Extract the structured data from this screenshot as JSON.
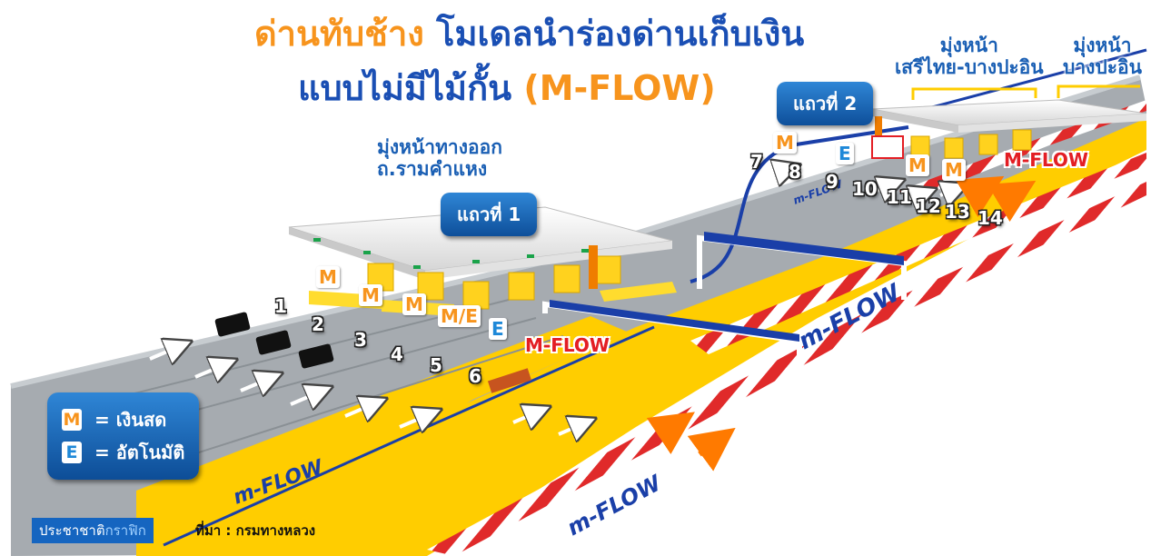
{
  "title": {
    "line1_orange": "ด่านทับช้าง",
    "line1_blue": "โมเดลนำร่องด่านเก็บเงิน",
    "line2_blue": "แบบไม่มีไม้กั้น",
    "line2_orange": "(M-FLOW)"
  },
  "destinations": {
    "row1_exit": [
      "มุ่งหน้าทางออก",
      "ถ.รามคำแหง"
    ],
    "row2_left": [
      "มุ่งหน้า",
      "เสรีไทย-บางปะอิน"
    ],
    "row2_right": [
      "มุ่งหน้า",
      "บางปะอิน"
    ]
  },
  "rows": {
    "row1_label": "แถวที่ 1",
    "row2_label": "แถวที่ 2"
  },
  "lane_chips": {
    "row1": [
      "M",
      "M",
      "M",
      "M/E",
      "E"
    ],
    "row2": [
      "M",
      "E",
      "M",
      "M"
    ]
  },
  "lane_numbers": {
    "row1": [
      "1",
      "2",
      "3",
      "4",
      "5",
      "6"
    ],
    "row2": [
      "7",
      "8",
      "9",
      "10",
      "11",
      "12",
      "13",
      "14"
    ]
  },
  "mflow_tags": [
    "M-FLOW",
    "M-FLOW"
  ],
  "road_marking_text": "m-FLOW",
  "legend": [
    {
      "key": "M",
      "label": "= เงินสด"
    },
    {
      "key": "E",
      "label": "= อัตโนมัติ"
    }
  ],
  "credit": {
    "publisher_part1": "ประชาชาติ",
    "publisher_part2": "กราฟิก",
    "source": "ที่มา : กรมทางหลวง"
  },
  "colors": {
    "orange": "#f7941d",
    "blue": "#1a4fb4",
    "mflow_red": "#e31e24",
    "road_gray": "#a6abb0",
    "lane_yellow": "#ffcd00",
    "legend_blue": "#1565c0"
  }
}
